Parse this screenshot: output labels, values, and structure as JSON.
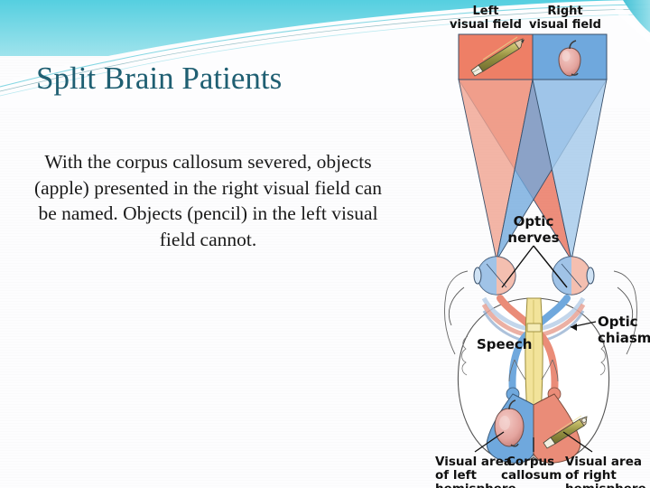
{
  "slide": {
    "title": "Split Brain Patients",
    "body": "With the corpus callosum severed, objects (apple) presented in the right visual field can be named. Objects (pencil) in the left visual field cannot.",
    "theme": {
      "title_color": "#1f5f72",
      "accent_cyan": "#5ed3e0",
      "accent_cyan_dark": "#3dbfd4",
      "background": "#fdfdfe",
      "body_color": "#1a1a1a"
    }
  },
  "diagram": {
    "name": "split-brain-visual-pathway-diagram",
    "labels": {
      "left_visual_field_line1": "Left",
      "left_visual_field_line2": "visual field",
      "right_visual_field_line1": "Right",
      "right_visual_field_line2": "visual field",
      "optic_nerves_line1": "Optic",
      "optic_nerves_line2": "nerves",
      "optic_chiasm_line1": "Optic",
      "optic_chiasm_line2": "chiasm",
      "speech": "Speech",
      "visual_area_left_line1": "Visual area",
      "visual_area_left_line2": "of left",
      "visual_area_left_line3": "hemisphere",
      "corpus_callosum_line1": "Corpus",
      "corpus_callosum_line2": "callosum",
      "visual_area_right_line1": "Visual area",
      "visual_area_right_line2": "of right",
      "visual_area_right_line3": "hemisphere"
    },
    "objects": {
      "left_field_object": "pencil",
      "right_field_object": "apple",
      "left_hemisphere_object": "apple",
      "right_hemisphere_object": "pencil"
    },
    "colors": {
      "left_field_red": "#ee7f66",
      "right_field_blue": "#6fa8dd",
      "red_cone": "#e8705a",
      "red_cone_light": "#f0a390",
      "blue_cone": "#6fa8dd",
      "blue_cone_light": "#a3c8ea",
      "brainstem_yellow": "#f2e39a",
      "outline": "#333333"
    }
  }
}
